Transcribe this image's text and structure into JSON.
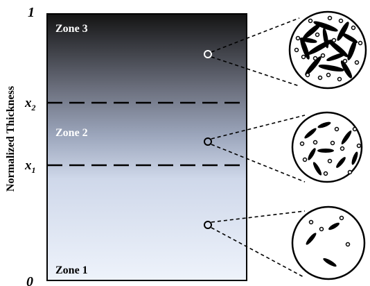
{
  "y_axis": {
    "label": "Normalized Thickness",
    "top_label": "1",
    "bottom_label": "0",
    "x2_main": "x",
    "x2_sub": "2",
    "x1_main": "x",
    "x1_sub": "1"
  },
  "zones": [
    {
      "label": "Zone 3",
      "color": "#ffffff"
    },
    {
      "label": "Zone 2",
      "color": "#ffffff"
    },
    {
      "label": "Zone 1",
      "color": "#000000"
    }
  ],
  "colors": {
    "gradient_top": "#141414",
    "gradient_mid": "#8f9ab0",
    "gradient_bottom": "#eaf0fa",
    "line": "#000000"
  }
}
